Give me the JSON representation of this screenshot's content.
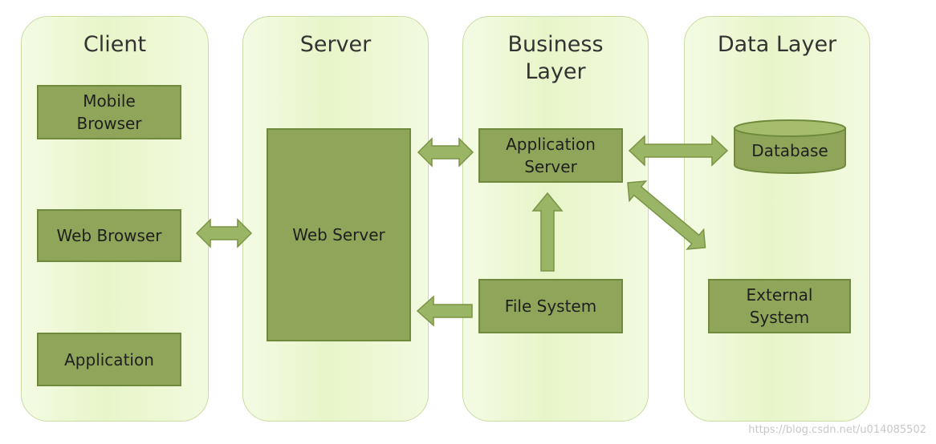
{
  "lanes": {
    "client": {
      "title": "Client",
      "nodes": {
        "mobile_browser": [
          "Mobile",
          "Browser"
        ],
        "web_browser": "Web Browser",
        "application": "Application"
      }
    },
    "server": {
      "title": "Server",
      "nodes": {
        "web_server": "Web Server"
      }
    },
    "business": {
      "title_lines": [
        "Business",
        "Layer"
      ],
      "nodes": {
        "application_server": [
          "Application",
          "Server"
        ],
        "file_system": "File System"
      }
    },
    "data": {
      "title": "Data Layer",
      "nodes": {
        "database": "Database",
        "external_system": [
          "External",
          "System"
        ]
      }
    }
  },
  "colors": {
    "lane_fill": "#e8f5c9",
    "lane_border": "#c9dca2",
    "box_fill": "#8fa65a",
    "box_border": "#6f8a3c",
    "arrow_fill": "#9ab566",
    "arrow_stroke": "#7a9444"
  },
  "connections": [
    {
      "from": "web_browser",
      "to": "web_server",
      "direction": "both"
    },
    {
      "from": "web_server",
      "to": "application_server",
      "direction": "both"
    },
    {
      "from": "application_server",
      "to": "database",
      "direction": "both"
    },
    {
      "from": "application_server",
      "to": "external_system",
      "direction": "both"
    },
    {
      "from": "file_system",
      "to": "application_server",
      "direction": "one-way"
    },
    {
      "from": "file_system",
      "to": "web_server",
      "direction": "one-way"
    }
  ],
  "watermark": "https://blog.csdn.net/u014085502"
}
